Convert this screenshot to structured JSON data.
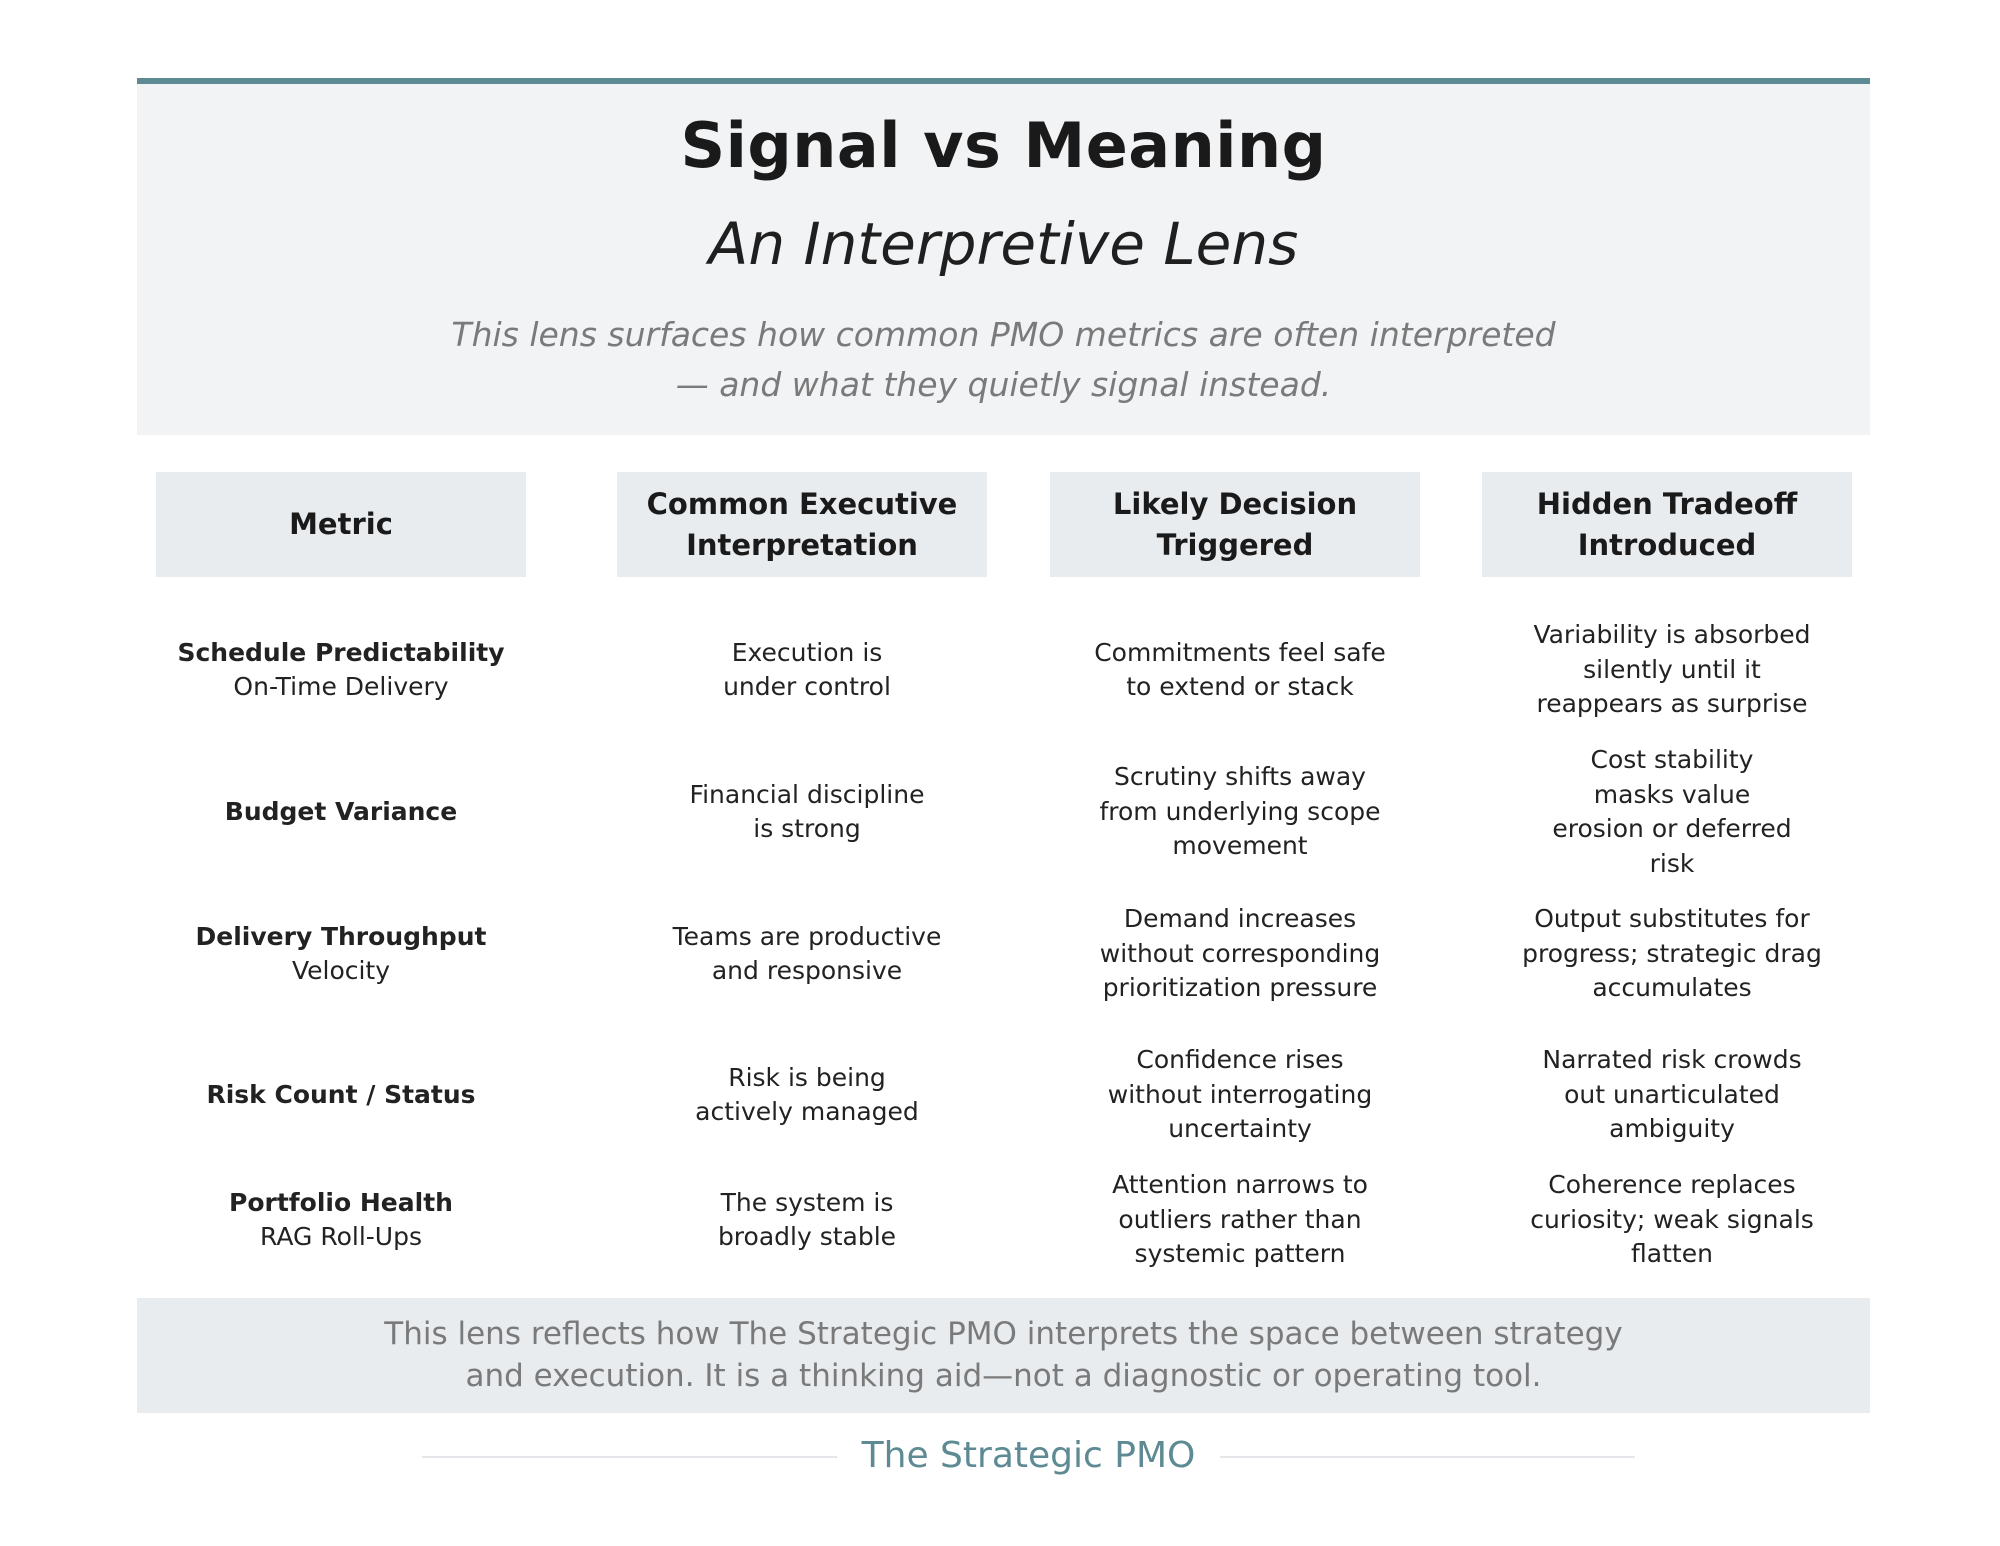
{
  "header": {
    "title": "Signal vs Meaning",
    "subtitle": "An Interpretive Lens",
    "description": "This lens surfaces how common PMO metrics are often interpreted — and what they quietly signal instead."
  },
  "columns": [
    "Metric",
    "Common Executive Interpretation",
    "Likely Decision Triggered",
    "Hidden Tradeoff Introduced"
  ],
  "rows": [
    {
      "metric": "Schedule Predictability",
      "metric_sub": "On-Time Delivery",
      "interpretation": "Execution is under control",
      "decision": "Commitments feel safe to extend or stack",
      "tradeoff": "Variability is absorbed silently until it reappears as surprise"
    },
    {
      "metric": "Budget Variance",
      "metric_sub": "",
      "interpretation": "Financial discipline is strong",
      "decision": "Scrutiny shifts away from underlying scope movement",
      "tradeoff": "Cost stability masks value erosion or deferred risk"
    },
    {
      "metric": "Delivery Throughput",
      "metric_sub": "Velocity",
      "interpretation": "Teams are productive and responsive",
      "decision": "Demand increases without corresponding prioritization pressure",
      "tradeoff": "Output substitutes for progress; strategic drag accumulates"
    },
    {
      "metric": "Risk Count / Status",
      "metric_sub": "",
      "interpretation": "Risk is being actively managed",
      "decision": "Confidence rises without interrogating uncertainty",
      "tradeoff": "Narrated risk crowds out unarticulated ambiguity"
    },
    {
      "metric": "Portfolio Health",
      "metric_sub": "RAG Roll-Ups",
      "interpretation": "The system is broadly stable",
      "decision": "Attention narrows to outliers rather than systemic pattern",
      "tradeoff": "Coherence replaces curiosity; weak signals flatten"
    }
  ],
  "footer": {
    "note": "This lens reflects how The Strategic PMO interprets the space between strategy and execution. It is a thinking aid—not a diagnostic or operating tool.",
    "brand": "The Strategic PMO"
  }
}
